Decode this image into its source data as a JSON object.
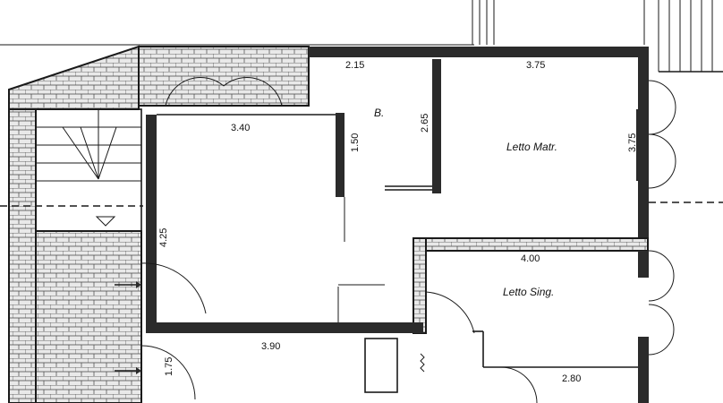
{
  "rooms": {
    "bathroom": "B.",
    "master_bedroom": "Letto Matr.",
    "single_bedroom": "Letto Sing."
  },
  "dimensions": {
    "living_width": "3.40",
    "bath_top": "2.15",
    "master_top": "3.75",
    "master_side": "3.75",
    "bath_side": "2.65",
    "closet": "1.50",
    "living_height": "4.25",
    "corridor_bottom": "3.90",
    "single_top": "4.00",
    "single_bottom": "2.80",
    "lower_left": "1.75"
  },
  "colors": {
    "ink": "#1a1a1a",
    "brick": "#e9e9e9"
  }
}
